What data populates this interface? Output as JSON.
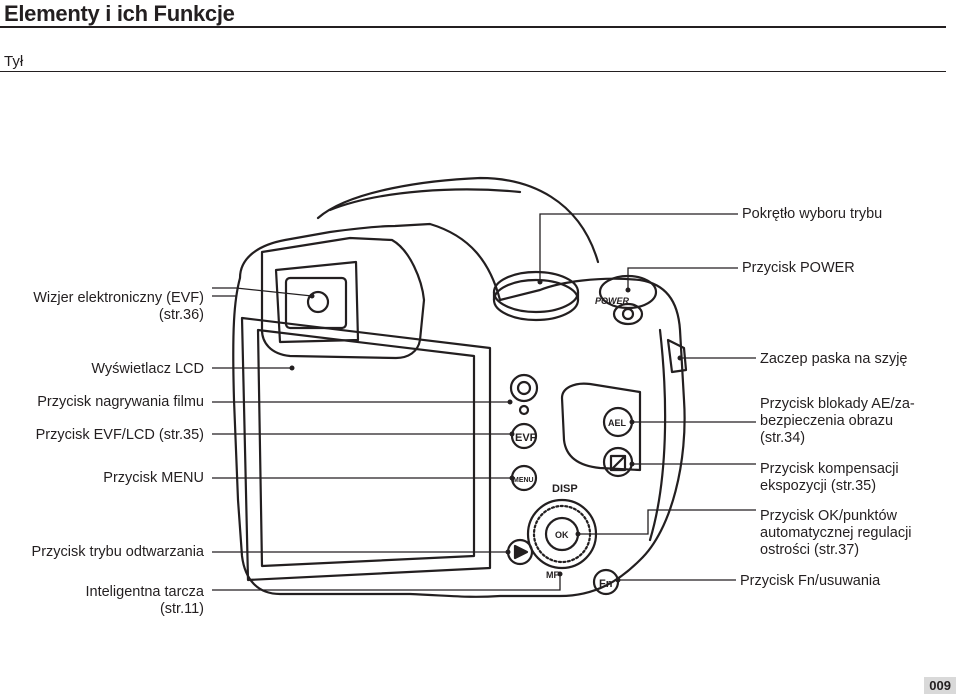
{
  "header": {
    "title": "Elementy i ich Funkcje",
    "section": "Tył"
  },
  "labels_left": {
    "evf_line1": "Wizjer elektroniczny (EVF)",
    "evf_line2": "(str.36)",
    "lcd": "Wyświetlacz LCD",
    "movie": "Przycisk nagrywania filmu",
    "evf_lcd": "Przycisk EVF/LCD (str.35)",
    "menu": "Przycisk MENU",
    "playback": "Przycisk trybu odtwarzania",
    "dial_line1": "Inteligentna tarcza",
    "dial_line2": "(str.11)"
  },
  "labels_right": {
    "mode_dial": "Pokrętło wyboru trybu",
    "power": "Przycisk POWER",
    "strap": "Zaczep paska na szyję",
    "ael_line1": "Przycisk blokady AE/za-",
    "ael_line2": "bezpieczenia obrazu",
    "ael_line3": "(str.34)",
    "exp_line1": "Przycisk kompensacji",
    "exp_line2": "ekspozycji (str.35)",
    "ok_line1": "Przycisk OK/punktów",
    "ok_line2": "automatycznej regulacji",
    "ok_line3": "ostrości (str.37)",
    "fn": "Przycisk Fn/usuwania"
  },
  "camera_marks": {
    "power": "POWER",
    "evf": "EVF",
    "menu": "MENU",
    "disp": "DISP",
    "ael": "AEL",
    "fn": "Fn",
    "mf": "MF",
    "ok": "OK"
  },
  "page_number": "009"
}
